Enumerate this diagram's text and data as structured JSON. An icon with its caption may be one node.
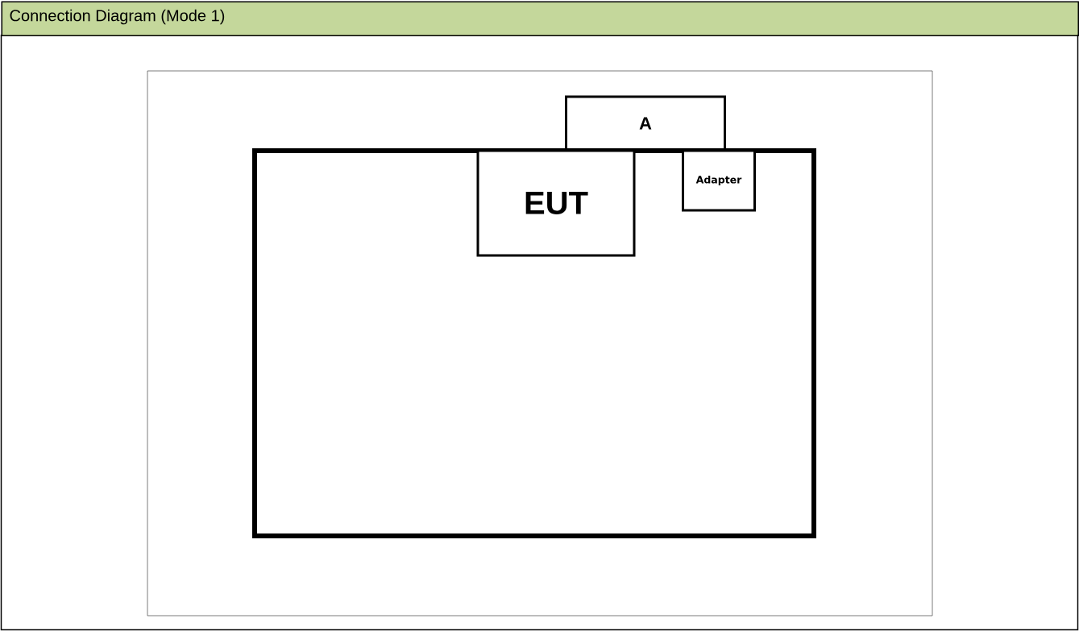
{
  "diagram": {
    "title": "Connection Diagram (Mode 1)",
    "nodes": [
      {
        "text": [],
        "shape": "box"
      },
      {
        "text": [
          "EUT"
        ],
        "in": 0
      },
      {
        "text": [
          "A"
        ]
      },
      {
        "text": [
          "Adapter"
        ],
        "in": 0
      }
    ]
  }
}
